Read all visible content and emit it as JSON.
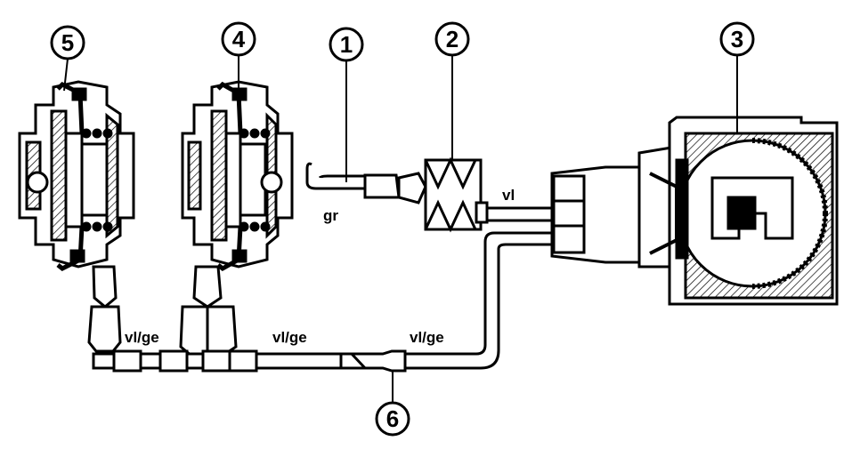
{
  "callouts": [
    {
      "num": "1"
    },
    {
      "num": "2"
    },
    {
      "num": "3"
    },
    {
      "num": "4"
    },
    {
      "num": "5"
    },
    {
      "num": "6"
    }
  ],
  "line_labels": {
    "gr": "gr",
    "vl": "vl",
    "vlge_left": "vl/ge",
    "vlge_mid": "vl/ge",
    "vlge_right": "vl/ge"
  }
}
